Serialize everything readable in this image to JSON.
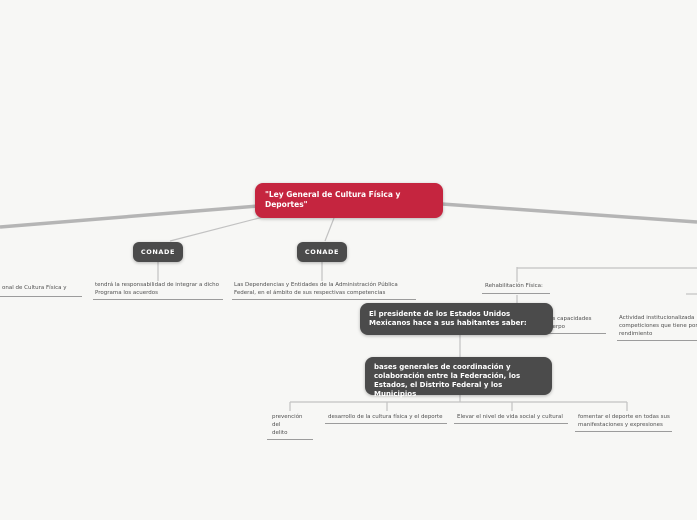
{
  "title": "Mapa mental - Ley General de Cultura Física y Deportes",
  "colors": {
    "accent_red": "#c5253f",
    "node_dark": "#4b4b4b",
    "thick_line": "#b5b5b5",
    "thin_line": "#c2c2c2",
    "underline": "#9c9c9c",
    "label_text": "#4f4f4f",
    "background": "#f7f7f5"
  },
  "nodes": {
    "root": {
      "text": "\"Ley General de Cultura Física y\nDeportes\""
    },
    "conade_left": {
      "text": "CONADE"
    },
    "conade_right": {
      "text": "CONADE"
    },
    "presidente": {
      "text": "El presidente de los Estados Unidos\nMexicanos hace a sus habitantes saber:"
    },
    "bases": {
      "text": "bases generales de coordinación y\ncolaboración entre la Federación, los\nEstados, el Distrito Federal y los Municipios"
    },
    "programa_cut": {
      "text": "onal de Cultura Física y"
    },
    "tendra": {
      "text": "tendrá la responsabilidad de integrar a dicho\nPrograma los acuerdos"
    },
    "dependencias": {
      "text": "Las Dependencias y Entidades de la Administración Pública\nFederal, en el ámbito de sus respectivas competencias"
    },
    "rehabilitacion": {
      "text": "Rehabilitación Física:"
    },
    "capacidades_cut": {
      "text": "us capacidades\nuerpo"
    },
    "actividad_cut": {
      "text": "Actividad institucionalizada\ncompeticiones que tiene por\nrendimiento"
    },
    "prevencion": {
      "text": "prevención del\ndelito"
    },
    "desarrollo": {
      "text": "desarrollo de la cultura física y el deporte"
    },
    "elevar": {
      "text": "Elevar el nivel de vida social y cultural"
    },
    "fomentar": {
      "text": "fomentar el deporte en todas sus\nmanifestaciones y expresiones"
    }
  }
}
